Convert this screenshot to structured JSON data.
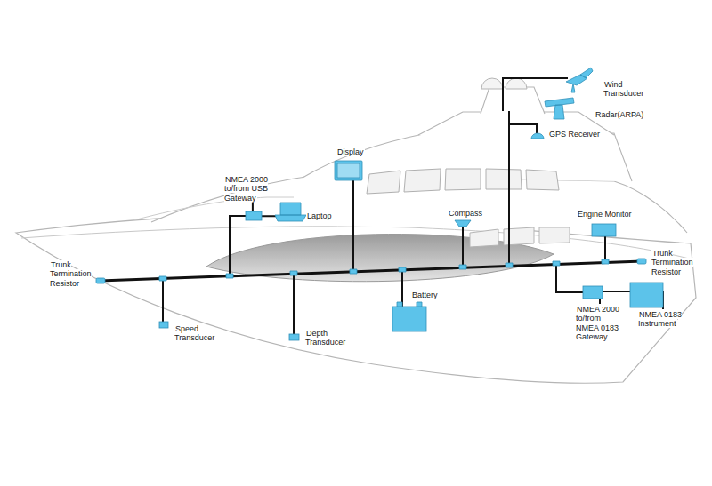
{
  "diagram": {
    "nodes": [
      {
        "text": [
          "Wind Transducer"
        ]
      },
      {
        "text": [
          "Radar(ARPA)"
        ]
      },
      {
        "text": [
          "GPS Receiver"
        ]
      },
      {
        "text": [
          "Display"
        ]
      },
      {
        "text": [
          "NMEA 2000 to/from USB Gateway"
        ]
      },
      {
        "text": [
          "Laptop"
        ]
      },
      {
        "text": [
          "Compass"
        ]
      },
      {
        "text": [
          "Engine Monitor"
        ]
      },
      {
        "text": [
          "Trunk Termination Resistor"
        ]
      },
      {
        "text": [
          "Trunk Termination Resistor"
        ]
      },
      {
        "text": [
          "Battery"
        ]
      },
      {
        "text": [
          "Speed Transducer"
        ]
      },
      {
        "text": [
          "Depth Transducer"
        ]
      },
      {
        "text": [
          "NMEA 2000 to/from NMEA 0183 Gateway"
        ]
      },
      {
        "text": [
          "NMEA 0183 Instrument"
        ]
      }
    ],
    "edges": [
      {
        "from": 4,
        "to": 5,
        "arrow": "none"
      },
      {
        "from": 13,
        "to": 14,
        "arrow": "none"
      }
    ]
  }
}
